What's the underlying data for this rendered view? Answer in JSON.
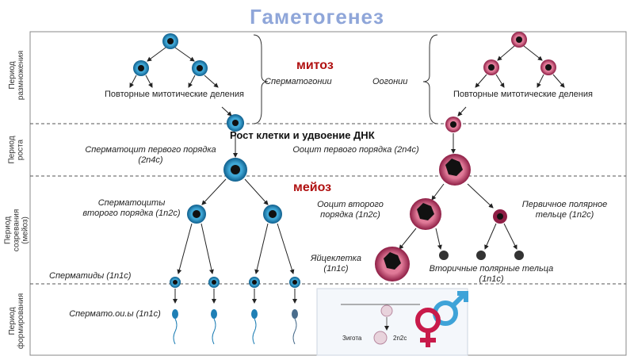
{
  "title": "Гаметогенез",
  "periods": {
    "reproduction": "Период размножения",
    "growth": "Период роста",
    "maturation": "Период созревания (мейоз)",
    "formation": "Период формирования"
  },
  "phases": {
    "mitosis": "митоз",
    "growth_text": "Рост клетки и удвоение ДНК",
    "meiosis": "мейоз"
  },
  "male": {
    "repeated_divisions": "Повторные митотические деления",
    "spermatogonia": "Сперматогонии",
    "spermatocyte1": "Сперматоцит первого порядка (2n4c)",
    "spermatocyte2": "Сперматоциты второго порядка (1n2c)",
    "spermatids": "Сперматиды (1n1c)",
    "spermatozoa": "Спермато.ои.ы (1n1c)"
  },
  "female": {
    "oogonia": "Оогонии",
    "repeated_divisions": "Повторные митотические деления",
    "oocyte1": "Ооцит первого порядка (2n4c)",
    "oocyte2": "Ооцит второго порядка (1n2c)",
    "polar_body1": "Первичное полярное тельце (1n2c)",
    "egg": "Яйцеклетка (1n1c)",
    "polar_bodies2": "Вторичные полярные тельца (1n1c)"
  },
  "inset": {
    "zygote": "Зигота",
    "ploidy": "2n2c"
  },
  "colors": {
    "male_cell": "#1f7fb5",
    "female_cell": "#c2406a",
    "nucleus": "#111111",
    "title": "#8fa6d9",
    "phase_red": "#b01010"
  }
}
